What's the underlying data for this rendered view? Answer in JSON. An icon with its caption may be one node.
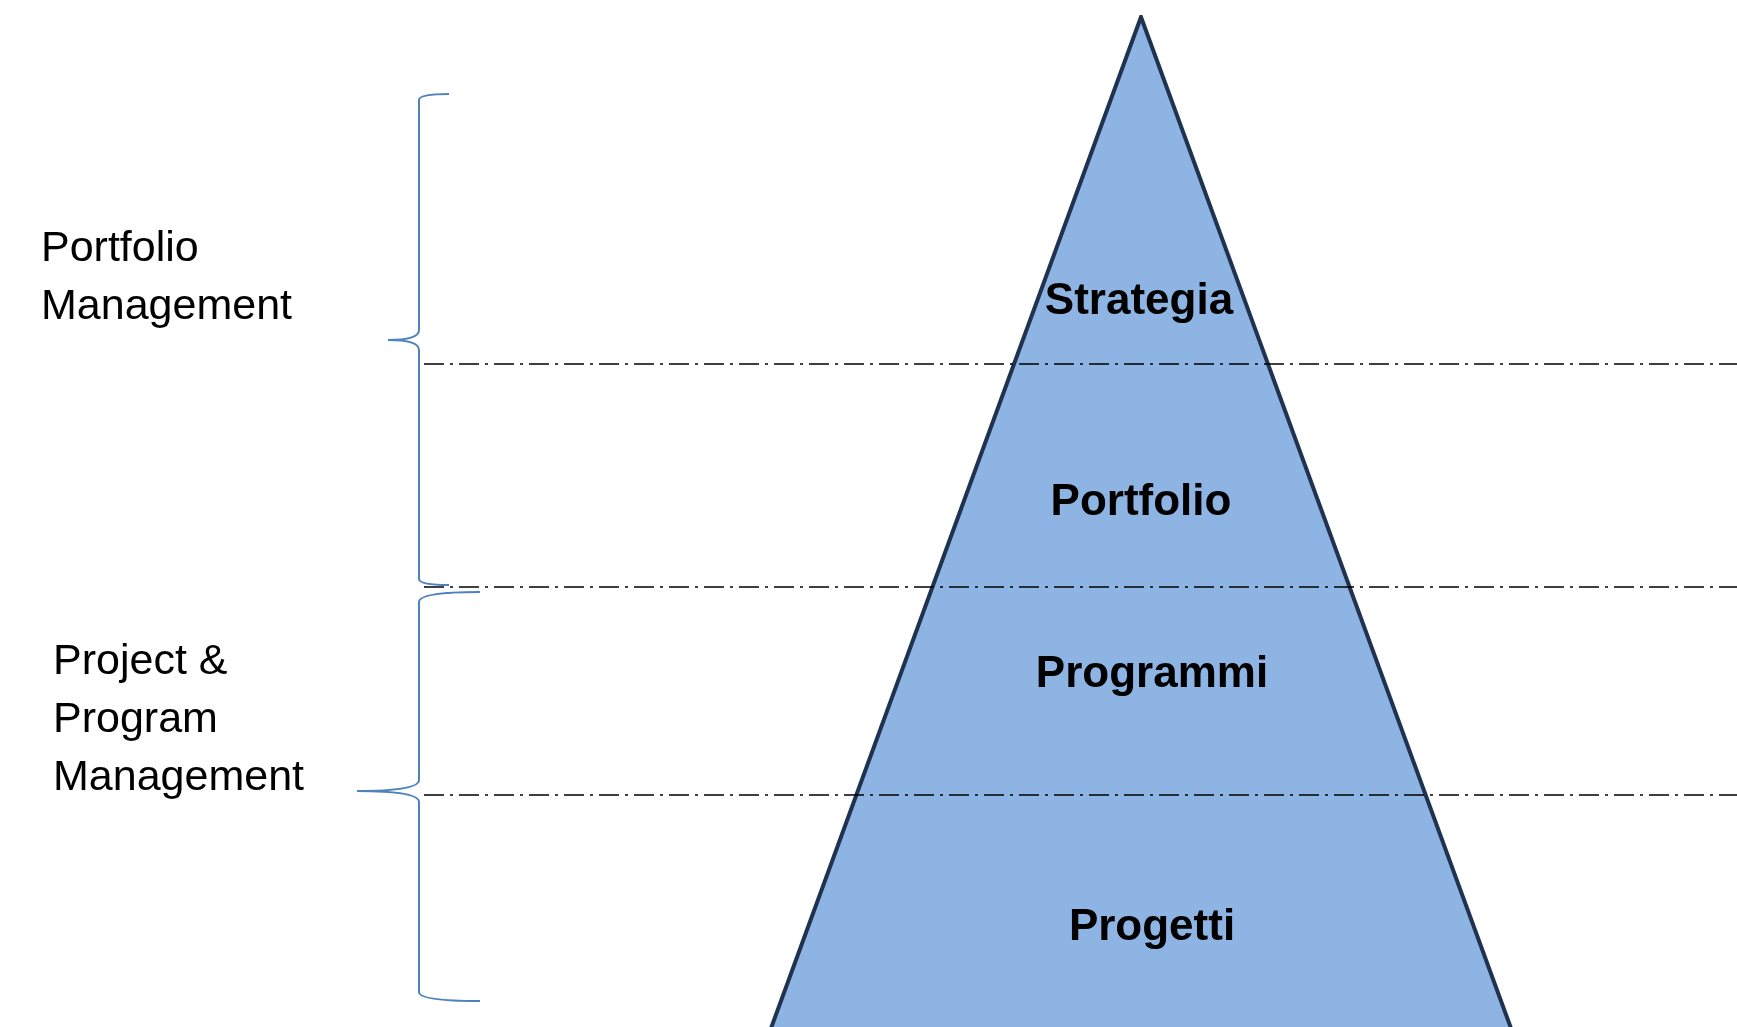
{
  "diagram": {
    "nodes": [
      {
        "text": [
          "Strategia",
          "Portfolio",
          "Programmi",
          "Progetti"
        ]
      }
    ],
    "edges": [],
    "labels": [
      "Portfolio Management",
      "Project & Program Management"
    ]
  }
}
